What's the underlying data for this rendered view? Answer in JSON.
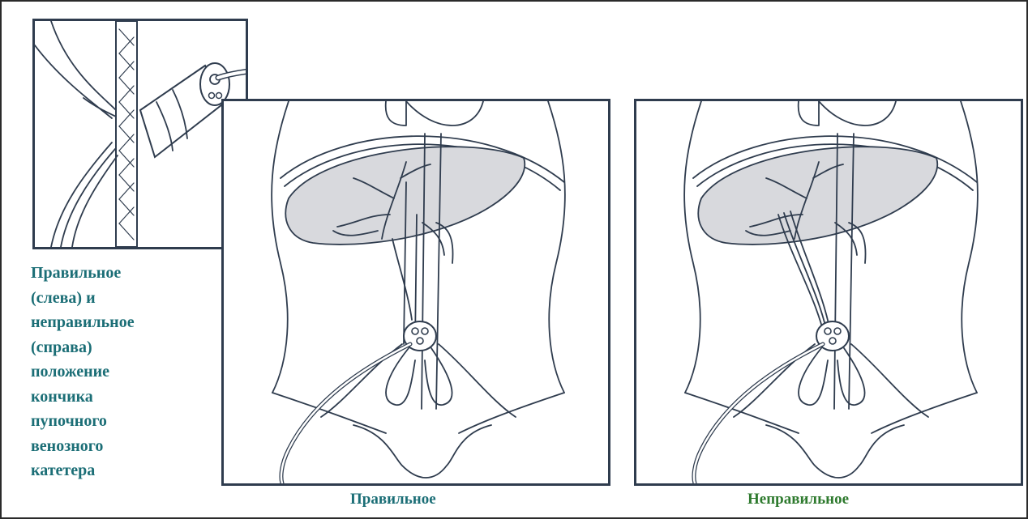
{
  "caption": {
    "lines": [
      "Правильное",
      "(слева) и",
      "неправильное",
      "(справа)",
      "положение",
      "кончика",
      "пупочного",
      "венозного",
      "катетера"
    ]
  },
  "labels": {
    "correct": "Правильное",
    "incorrect": "Неправильное"
  },
  "colors": {
    "background": "#fdf4d6",
    "caption_teal": "#1b6e76",
    "incorrect_green": "#2e7a2e",
    "line_ink": "#2f3c4e",
    "liver_fill": "#d8d9dd"
  },
  "figures": [
    "umbilical-cord-inset",
    "correct-catheter-position",
    "incorrect-catheter-position"
  ]
}
